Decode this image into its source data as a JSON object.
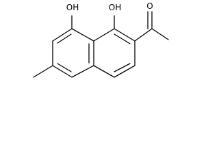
{
  "structure": {
    "atom_labels": {
      "hydroxyl_c8": "OH",
      "hydroxyl_c1": "OH",
      "carbonyl_oxygen": "O"
    }
  }
}
